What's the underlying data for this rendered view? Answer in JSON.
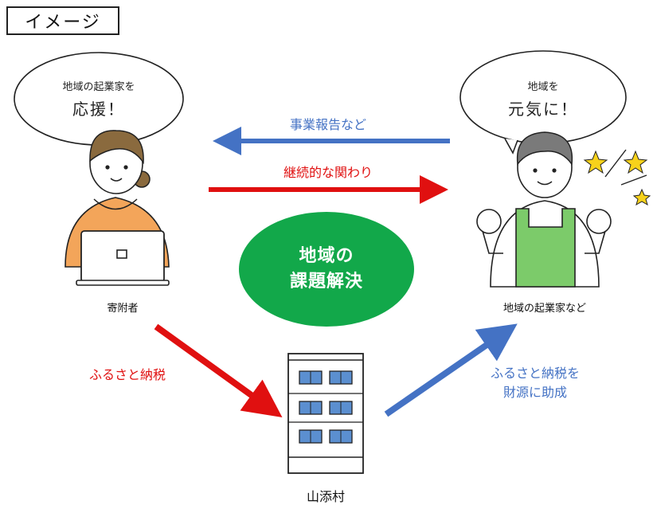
{
  "title": "イメージ",
  "donor": {
    "bubble_line1": "地域の起業家を",
    "bubble_line2": "応援！",
    "label": "寄附者"
  },
  "entrepreneur": {
    "bubble_line1": "地域を",
    "bubble_line2": "元気に！",
    "label": "地域の起業家など"
  },
  "center": {
    "line1": "地域の",
    "line2": "課題解決"
  },
  "arrows": {
    "top_blue": "事業報告など",
    "top_red": "継続的な関わり",
    "bottom_red": "ふるさと納税",
    "bottom_blue_line1": "ふるさと納税を",
    "bottom_blue_line2": "財源に助成"
  },
  "village": {
    "label": "山添村"
  },
  "colors": {
    "red": "#e01010",
    "blue": "#4472c4",
    "green": "#12a84a",
    "hoodie": "#f3a55a",
    "apron": "#7ccb6a",
    "star": "#f7d21b"
  }
}
